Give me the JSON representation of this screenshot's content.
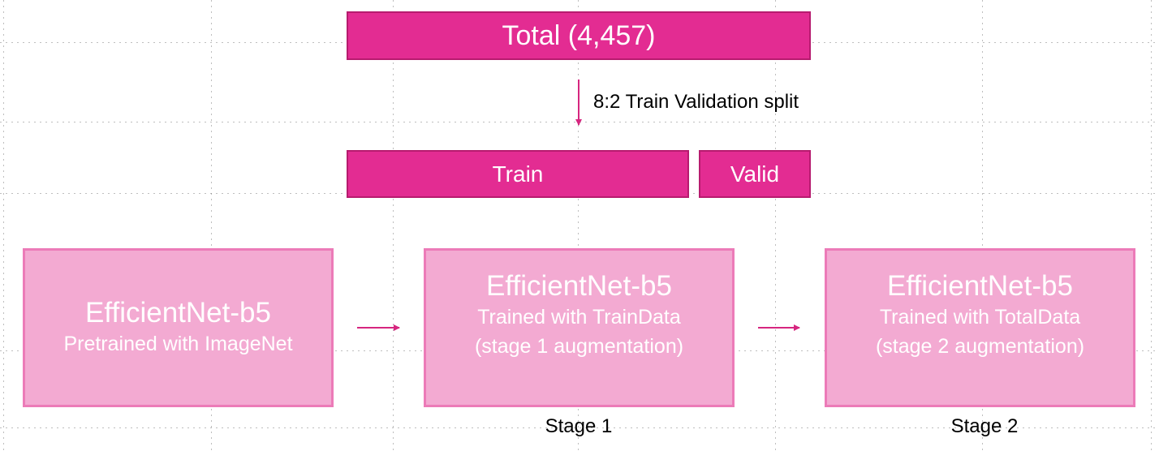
{
  "total": {
    "label": "Total (4,457)"
  },
  "split": {
    "label": "8:2 Train Validation split"
  },
  "train": {
    "label": "Train"
  },
  "valid": {
    "label": "Valid"
  },
  "models": [
    {
      "title": "EfficientNet-b5",
      "lines": [
        "Pretrained with ImageNet"
      ]
    },
    {
      "title": "EfficientNet-b5",
      "lines": [
        "Trained with TrainData",
        "(stage 1 augmentation)"
      ]
    },
    {
      "title": "EfficientNet-b5",
      "lines": [
        "Trained with TotalData",
        "(stage 2 augmentation)"
      ]
    }
  ],
  "stages": [
    "Stage 1",
    "Stage 2"
  ],
  "colors": {
    "dataset_fill": "#e32c92",
    "model_fill": "#f3aad2",
    "model_border": "#ec7bb8",
    "arrow": "#d6267f"
  }
}
